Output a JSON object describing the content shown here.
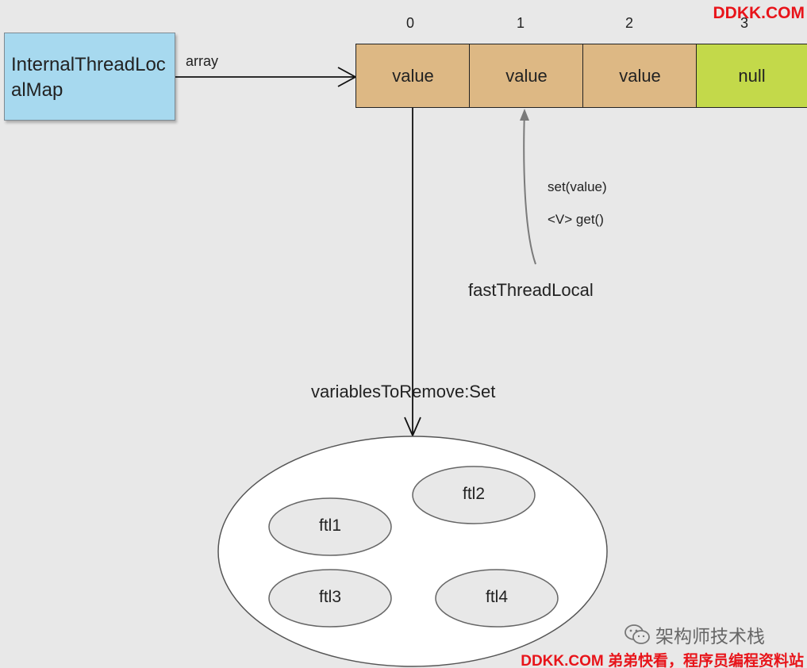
{
  "map_box": {
    "label": "InternalThreadLocalMap"
  },
  "array_edge_label": "array",
  "array": {
    "indices": [
      "0",
      "1",
      "2",
      "3"
    ],
    "cells": [
      "value",
      "value",
      "value",
      "null"
    ]
  },
  "methods": {
    "set": "set(value)",
    "get": "<V> get()"
  },
  "fast_thread_local_label": "fastThreadLocal",
  "variables_set_label": "variablesToRemove:Set",
  "set_members": [
    "ftl1",
    "ftl2",
    "ftl3",
    "ftl4"
  ],
  "watermark": {
    "top": "DDKK.COM",
    "wechat": "架构师技术栈",
    "bottom": "DDKK.COM 弟弟快看，程序员编程资料站"
  },
  "colors": {
    "map_box": "#a7d9ef",
    "value_cell": "#ddb884",
    "null_cell": "#c3d94a",
    "watermark": "#e8141a"
  }
}
